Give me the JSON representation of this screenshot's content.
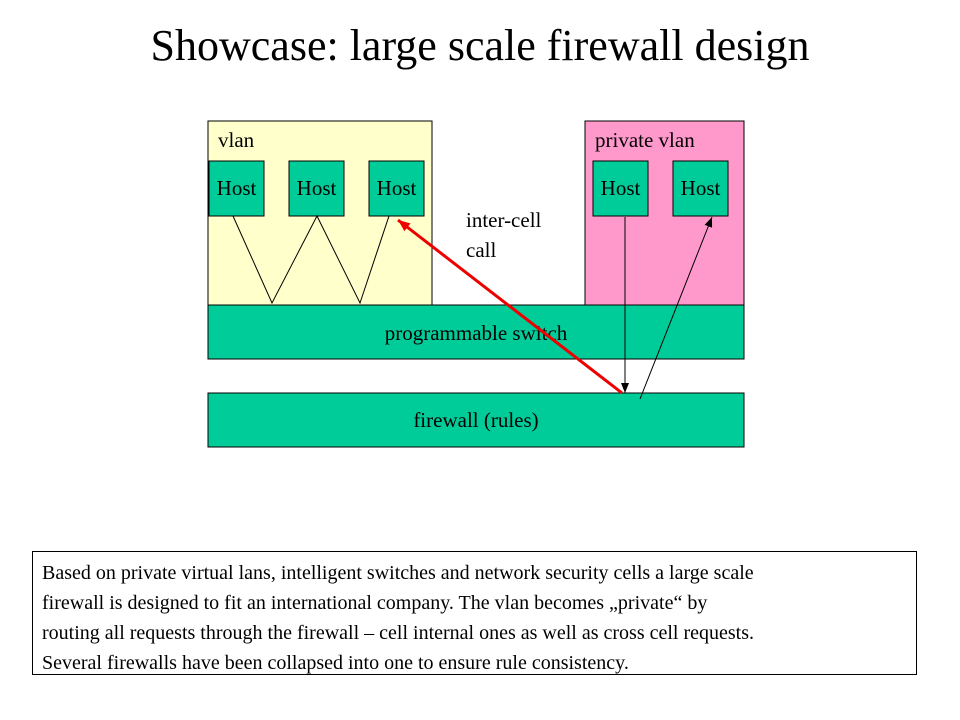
{
  "title": "Showcase: large scale firewall design",
  "colors": {
    "vlan_fill": "#ffffcc",
    "private_vlan_fill": "#ff99cc",
    "device_fill": "#00cc99",
    "call_arrow": "#ee0000",
    "line": "#000000"
  },
  "diagram": {
    "vlan": {
      "label": "vlan",
      "hosts": [
        "Host",
        "Host",
        "Host"
      ]
    },
    "private_vlan": {
      "label": "private vlan",
      "hosts": [
        "Host",
        "Host"
      ]
    },
    "inter_cell": {
      "line1": "inter-cell",
      "line2": "call"
    },
    "switch_label": "programmable switch",
    "firewall_label": "firewall (rules)"
  },
  "description": {
    "lines": [
      "Based on private virtual lans, intelligent switches and network security cells a large scale",
      "firewall is designed to fit an international company. The vlan becomes „private“ by",
      "routing all requests through the firewall – cell internal ones as well as cross cell requests.",
      "Several firewalls have been collapsed into one to ensure rule consistency."
    ]
  }
}
